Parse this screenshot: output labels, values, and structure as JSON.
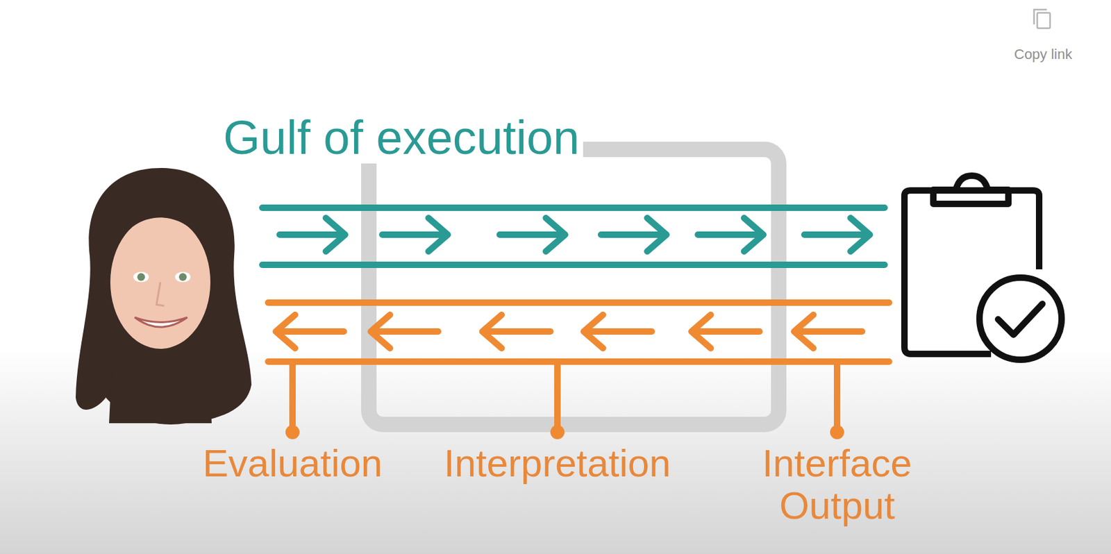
{
  "diagram": {
    "title": "Gulf of execution",
    "labels": [
      "Copy link",
      "Evaluation",
      "Interpretation",
      "Interface Output"
    ]
  }
}
